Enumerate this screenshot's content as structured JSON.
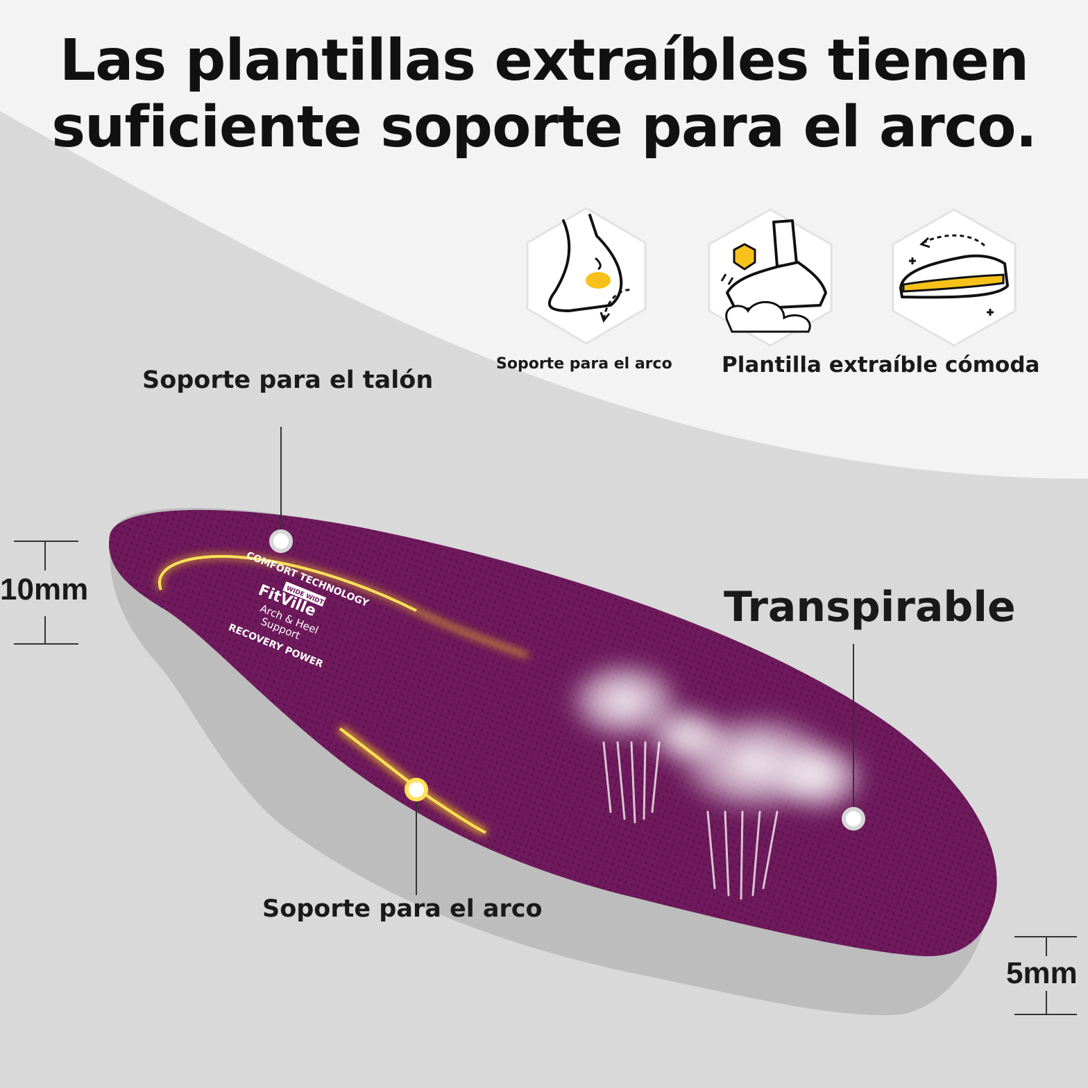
{
  "headline": {
    "line1": "Las plantillas extraíbles tienen",
    "line2": "suficiente soporte para el arco."
  },
  "icons": [
    {
      "name": "foot-arch-icon",
      "caption": "Soporte para el arco"
    },
    {
      "name": "sneaker-cloud-icon",
      "caption": "Plantilla extraíble cómoda"
    },
    {
      "name": "shoe-insole-icon",
      "caption": ""
    }
  ],
  "callouts": {
    "heel": "Soporte para el talón",
    "arch": "Soporte para el arco",
    "breathable": "Transpirable"
  },
  "dimensions": {
    "heel_thickness": "10mm",
    "toe_thickness": "5mm"
  },
  "insole_logo": {
    "arc_top": "COMFORT TECHNOLOGY",
    "badge": "WIDE WIDTH",
    "brand": "FitVille",
    "line1": "Arch & Heel",
    "line2": "Support",
    "arc_bottom": "RECOVERY POWER"
  },
  "colors": {
    "insole_top": "#6e1a5c",
    "insole_foam": "#bcbcbc",
    "highlight": "#ffd21a",
    "background": "#d9d9d9",
    "panel": "#f3f3f3"
  }
}
